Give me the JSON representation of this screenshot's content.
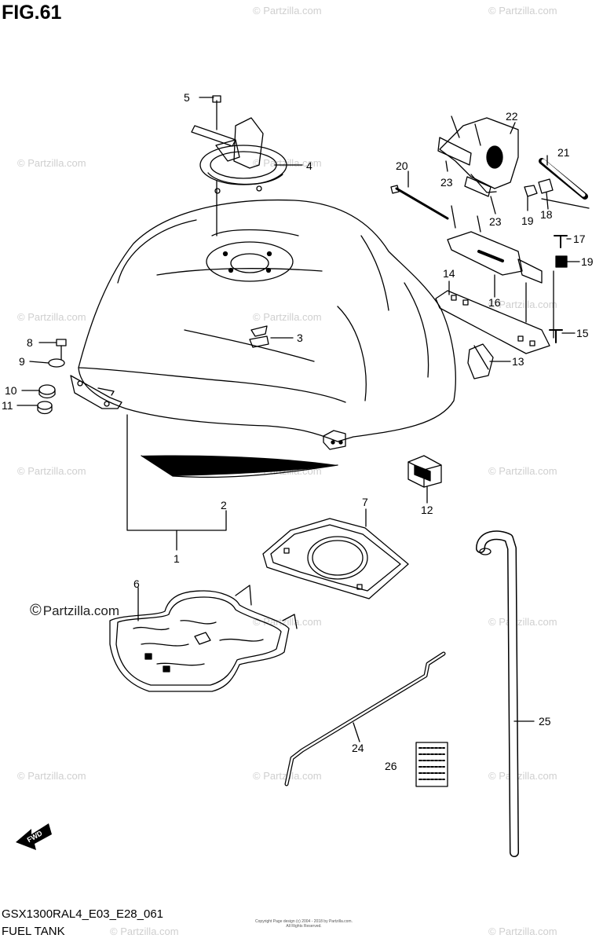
{
  "figure": {
    "title": "FIG.61",
    "model_code": "GSX1300RAL4_E03_E28_061",
    "name": "FUEL TANK"
  },
  "brand_watermark": "Partzilla.com",
  "brand_watermark_full": "© Partzilla.com",
  "brand_copyright_glyph": "©",
  "footer_copyright": "Copyright Page design (c) 2004 - 2018 by Partzilla.com. All Rights Reserved.",
  "forward_label": "FWD",
  "callouts": [
    "1",
    "2",
    "3",
    "4",
    "5",
    "6",
    "7",
    "8",
    "9",
    "10",
    "11",
    "12",
    "13",
    "14",
    "15",
    "16",
    "17",
    "18",
    "19",
    "19",
    "20",
    "21",
    "22",
    "23",
    "23",
    "24",
    "25",
    "26"
  ]
}
